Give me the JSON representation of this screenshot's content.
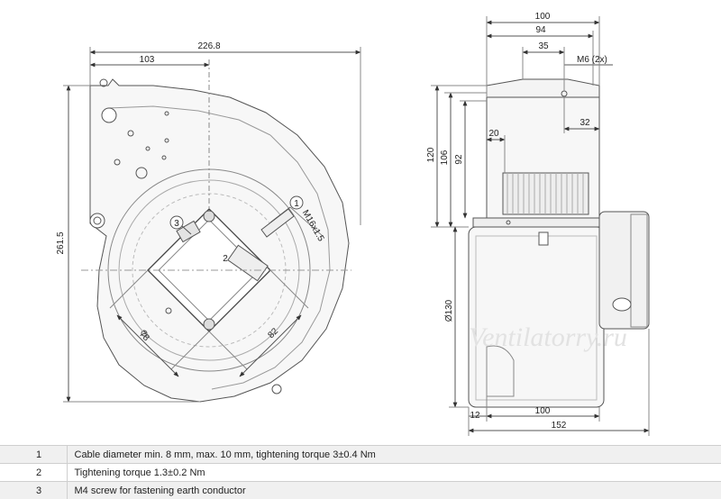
{
  "watermark": "Ventilatorry.ru",
  "front_view": {
    "dims": {
      "overall_width": "226.8",
      "left_offset": "103",
      "overall_height": "261.5",
      "diag_a": "78",
      "diag_b": "82",
      "thread": "M16x1.5"
    },
    "callouts": [
      "1",
      "2",
      "3"
    ]
  },
  "side_view": {
    "dims": {
      "top_100": "100",
      "top_94": "94",
      "top_35": "35",
      "screws": "M6 (2x)",
      "right_32": "32",
      "left_20": "20",
      "height_120": "120",
      "height_106": "106",
      "height_92": "92",
      "dia_130": "Ø130",
      "bottom_12": "12",
      "bottom_100": "100",
      "bottom_152": "152"
    }
  },
  "legend": [
    {
      "num": "1",
      "text": "Cable diameter min. 8 mm, max. 10 mm, tightening torque 3±0.4 Nm"
    },
    {
      "num": "2",
      "text": "Tightening torque 1.3±0.2 Nm"
    },
    {
      "num": "3",
      "text": "M4 screw for fastening earth conductor"
    }
  ]
}
